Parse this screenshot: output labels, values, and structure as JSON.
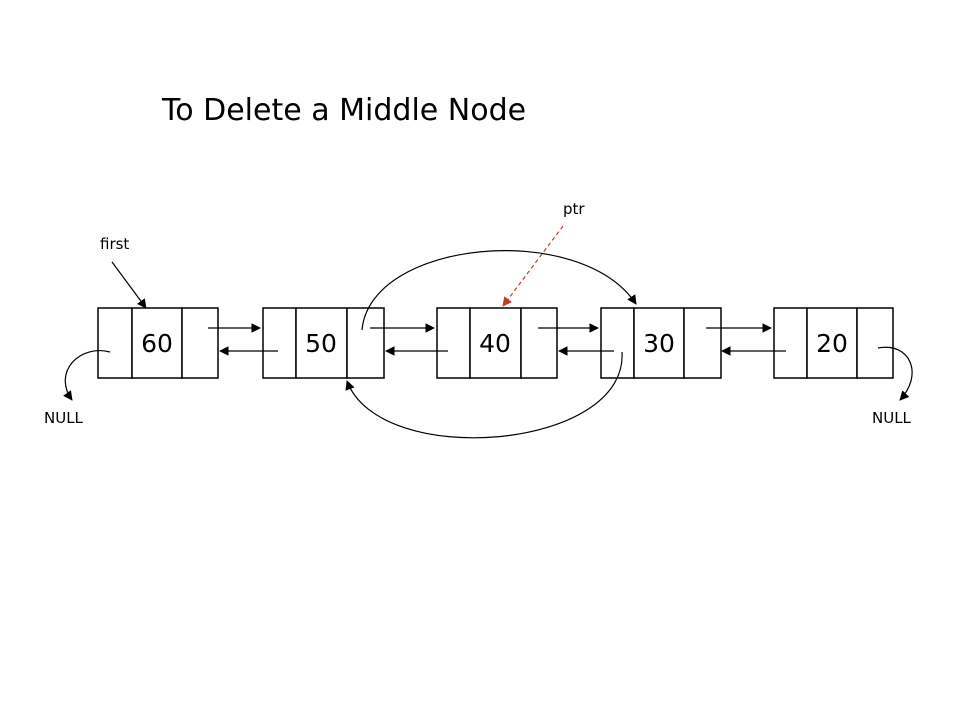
{
  "title": "To Delete a Middle Node",
  "labels": {
    "first": "first",
    "ptr": "ptr",
    "null_left": "NULL",
    "null_right": "NULL"
  },
  "nodes": [
    {
      "value": "60"
    },
    {
      "value": "50"
    },
    {
      "value": "40"
    },
    {
      "value": "30"
    },
    {
      "value": "20"
    }
  ],
  "colors": {
    "line": "#000000",
    "pointer": "#c0392b"
  }
}
